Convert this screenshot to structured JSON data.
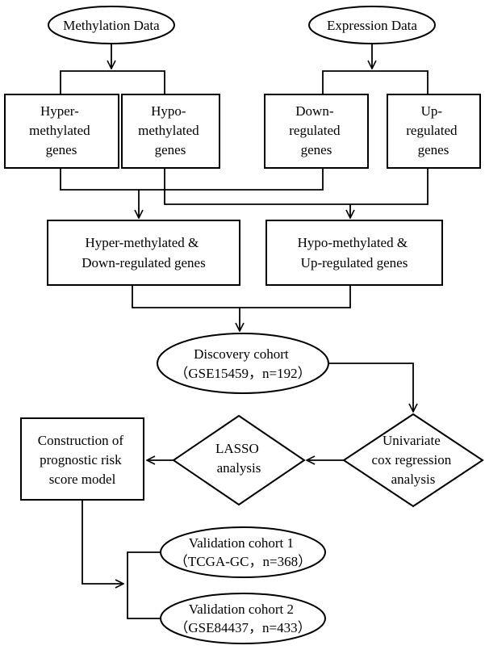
{
  "methylation_data": "Methylation Data",
  "expression_data": "Expression Data",
  "hyper_genes": [
    "Hyper-",
    "methylated",
    "genes"
  ],
  "hypo_genes": [
    "Hypo-",
    "methylated",
    "genes"
  ],
  "down_genes": [
    "Down-",
    "regulated",
    "genes"
  ],
  "up_genes": [
    "Up-",
    "regulated",
    "genes"
  ],
  "hyper_down": [
    "Hyper-methylated &",
    "Down-regulated genes"
  ],
  "hypo_up": [
    "Hypo-methylated &",
    "Up-regulated genes"
  ],
  "discovery": [
    "Discovery cohort",
    "（GSE15459，n=192）"
  ],
  "univariate": [
    "Univariate",
    "cox regression",
    "analysis"
  ],
  "lasso": [
    "LASSO",
    "analysis"
  ],
  "construction": [
    "Construction of",
    "prognostic risk",
    "score model"
  ],
  "validation1": [
    "Validation cohort 1",
    "（TCGA-GC，n=368）"
  ],
  "validation2": [
    "Validation cohort 2",
    "（GSE84437，n=433）"
  ]
}
